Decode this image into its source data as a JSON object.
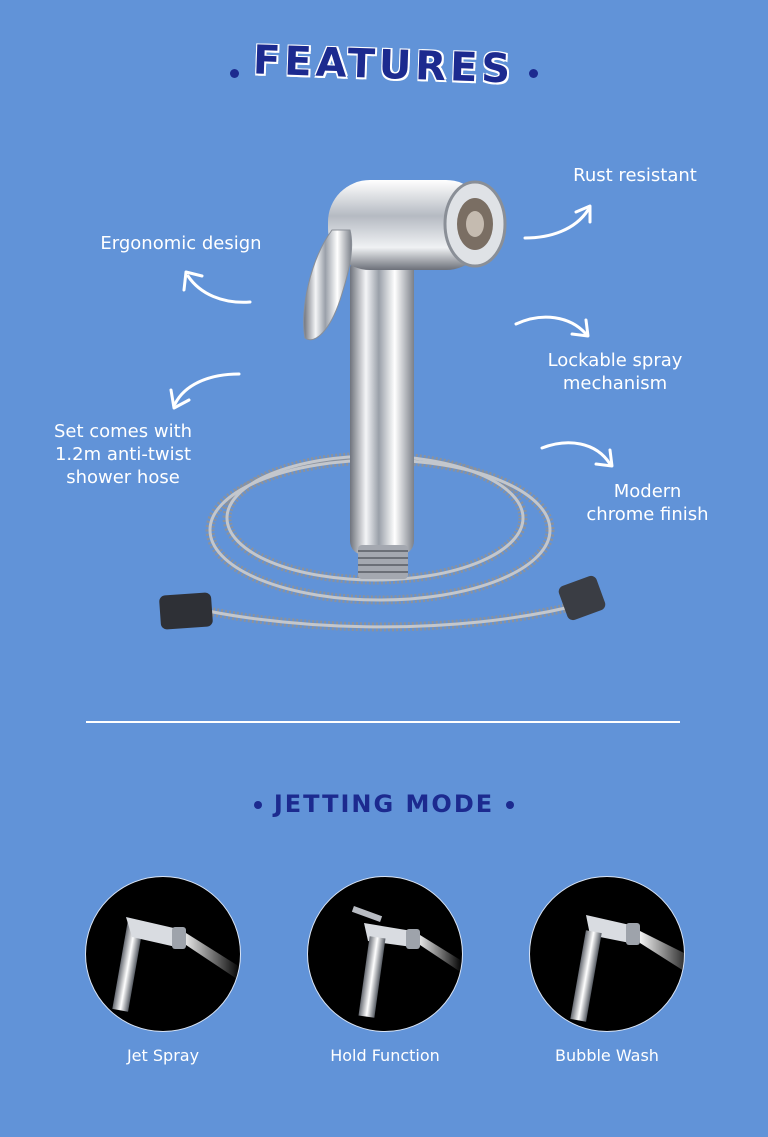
{
  "features_title": "FEATURES",
  "features": [
    {
      "id": "rust",
      "text": "Rust resistant"
    },
    {
      "id": "ergonomic",
      "text": "Ergonomic design"
    },
    {
      "id": "lockable",
      "text": "Lockable spray\nmechanism"
    },
    {
      "id": "hose",
      "text": "Set comes with\n1.2m anti-twist\nshower hose"
    },
    {
      "id": "chrome",
      "text": "Modern\nchrome finish"
    }
  ],
  "jetting_title": "JETTING MODE",
  "modes": [
    {
      "label": "Jet Spray"
    },
    {
      "label": "Hold Function"
    },
    {
      "label": "Bubble Wash"
    }
  ],
  "colors": {
    "background": "#6193d8",
    "heading": "#1c2a8f",
    "text": "#ffffff",
    "chrome": "#c9ccd2"
  },
  "icons": [
    "dot-icon",
    "curved-arrow-icon",
    "health-faucet-image",
    "hose-image"
  ]
}
